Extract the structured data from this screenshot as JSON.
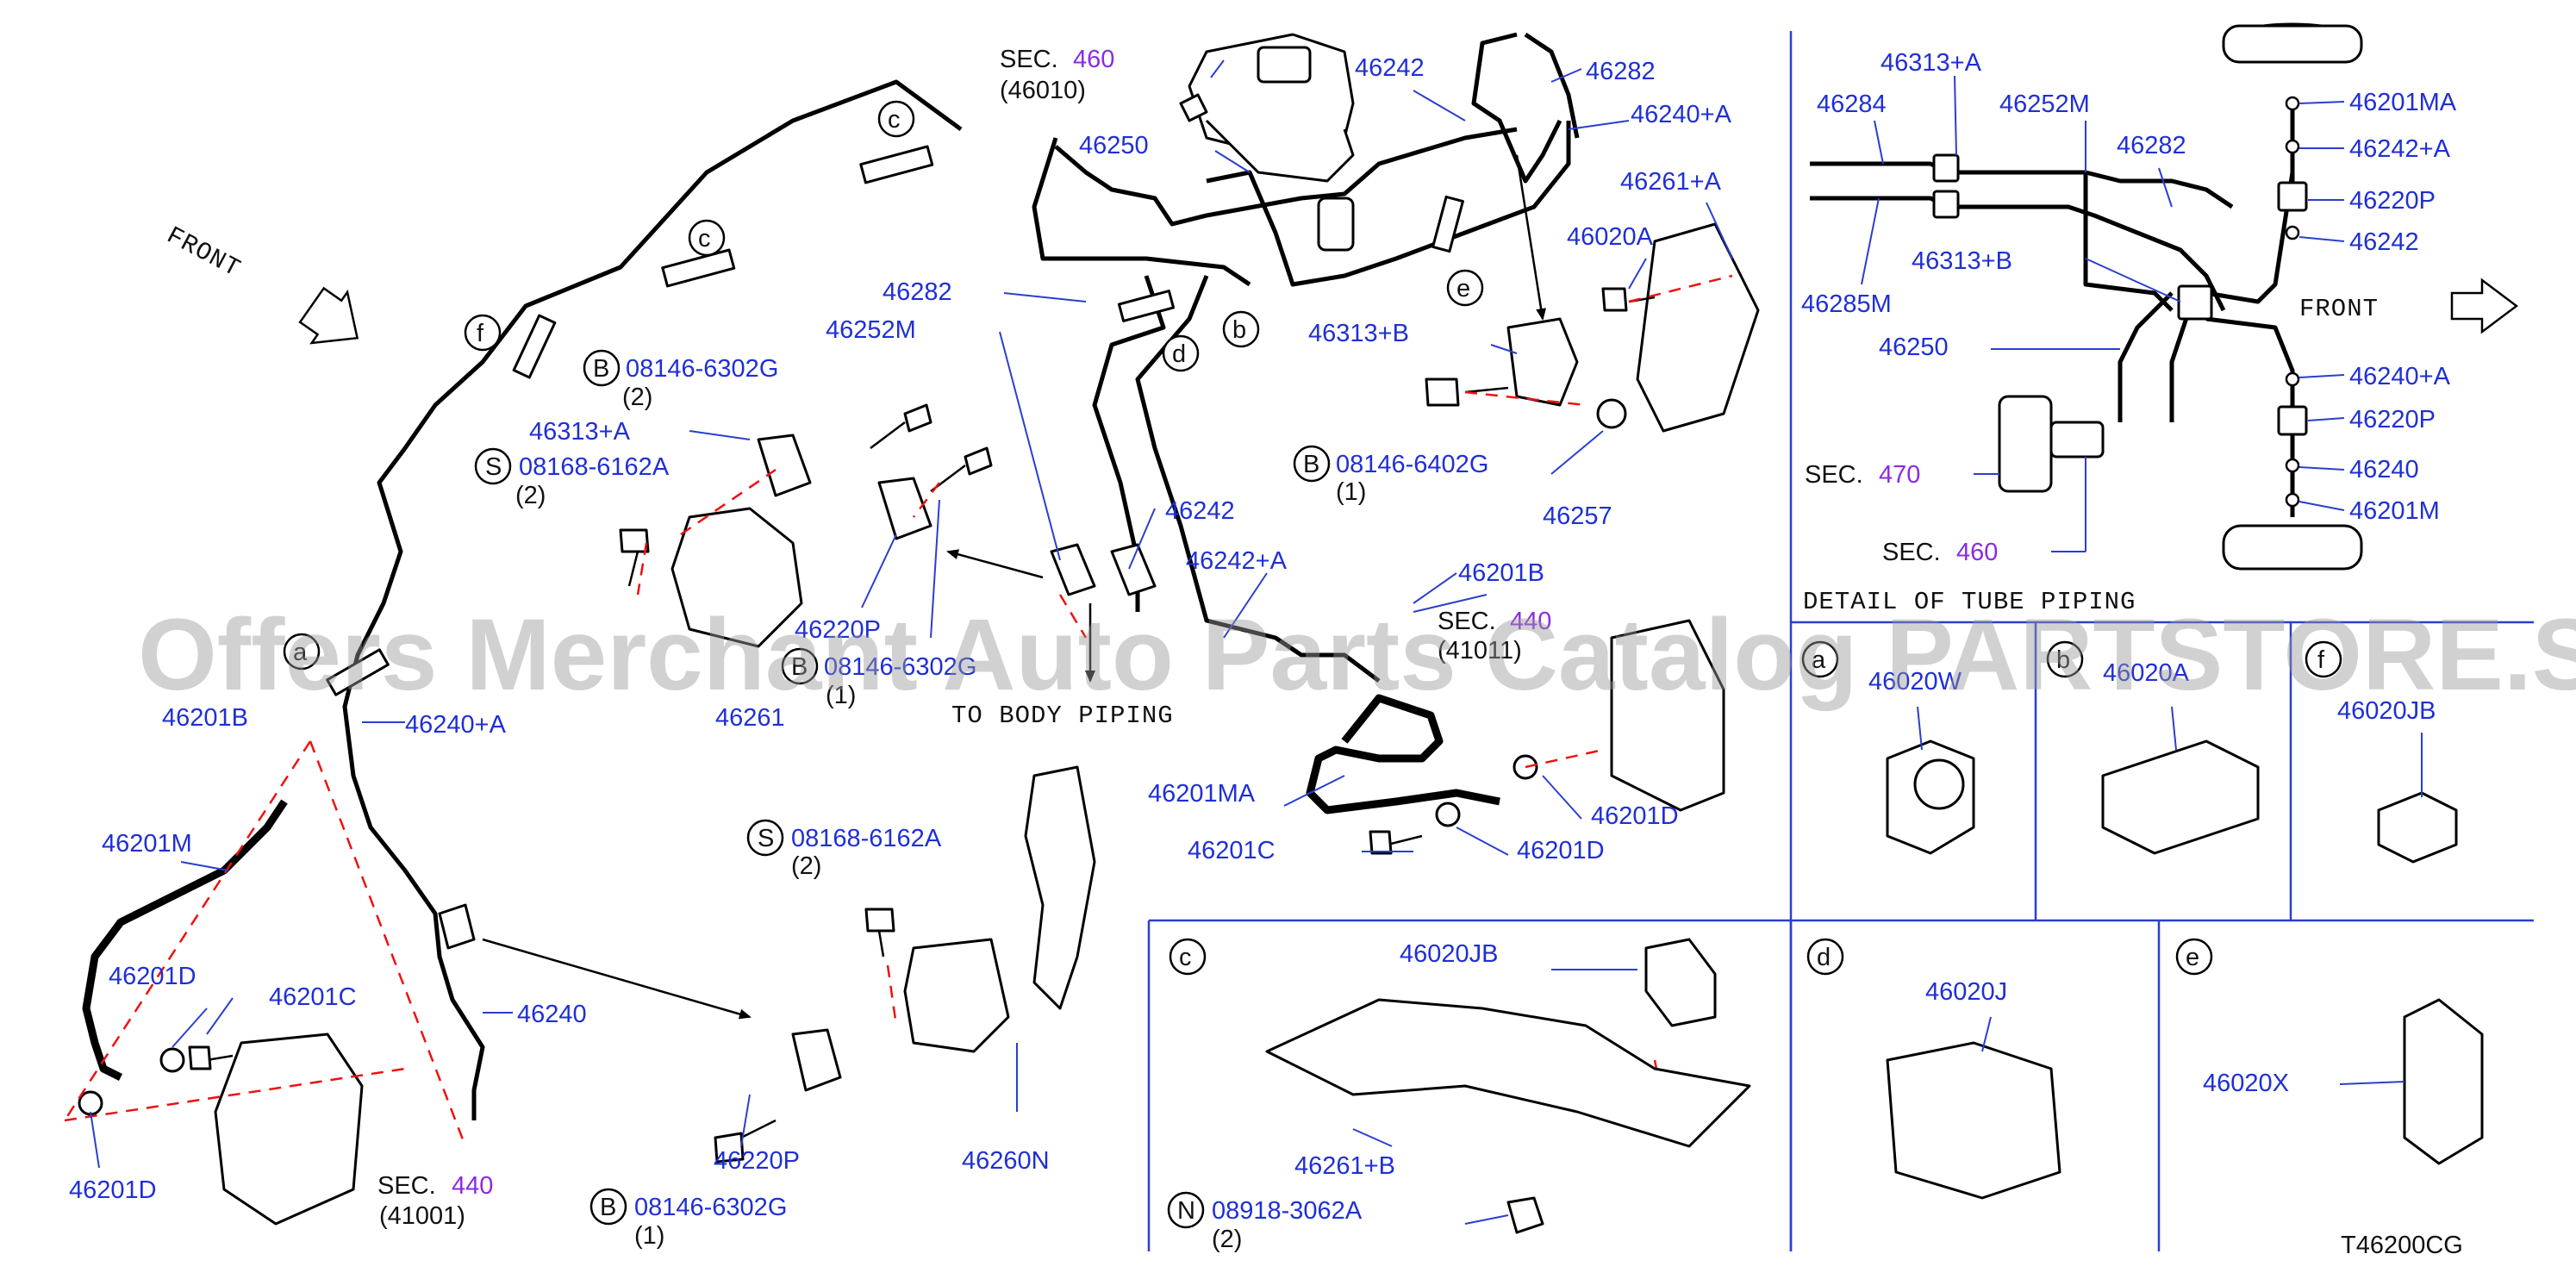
{
  "diagram_code": "T46200CG",
  "watermark": "Offers Merchant Auto Parts Catalog PARTSTORE.SA",
  "direction_labels": {
    "front_main": "FRONT",
    "front_detail": "FRONT",
    "to_body": "TO  BODY  PIPING",
    "detail_title": "DETAIL  OF  TUBE  PIPING"
  },
  "sections": {
    "sec460_top": {
      "prefix": "SEC.",
      "num": "460",
      "sub": "(46010)"
    },
    "sec440_right": {
      "prefix": "SEC.",
      "num": "440",
      "sub": "(41011)"
    },
    "sec440_left": {
      "prefix": "SEC.",
      "num": "440",
      "sub": "(41001)"
    },
    "sec470_detail": {
      "prefix": "SEC.",
      "num": "470"
    },
    "sec460_detail": {
      "prefix": "SEC.",
      "num": "460"
    }
  },
  "clip_markers": [
    "a",
    "b",
    "c",
    "d",
    "e",
    "f"
  ],
  "fastener_badges": {
    "B": "B",
    "S": "S",
    "N": "N"
  },
  "bolts": {
    "b1": {
      "part": "08146-6302G",
      "qty": "(2)"
    },
    "b2": {
      "part": "08146-6302G",
      "qty": "(1)"
    },
    "b3": {
      "part": "08146-6302G",
      "qty": "(1)"
    },
    "b4": {
      "part": "08146-6402G",
      "qty": "(1)"
    },
    "s1": {
      "part": "08168-6162A",
      "qty": "(2)"
    },
    "s2": {
      "part": "08168-6162A",
      "qty": "(2)"
    },
    "n1": {
      "part": "08918-3062A",
      "qty": "(2)"
    }
  },
  "parts": {
    "p46250": "46250",
    "p46242_top": "46242",
    "p46282_top": "46282",
    "p46240A_top": "46240+A",
    "p46261A": "46261+A",
    "p46020A": "46020A",
    "p46313B_main": "46313+B",
    "p46257": "46257",
    "p46282_mid": "46282",
    "p46252M_main": "46252M",
    "p46313A_main": "46313+A",
    "p46242_mid": "46242",
    "p46242A_mid": "46242+A",
    "p46201B_right": "46201B",
    "p46220P_left": "46220P",
    "p46261": "46261",
    "p46201B_left": "46201B",
    "p46240A_left": "46240+A",
    "p46201M_left": "46201M",
    "p46201D_l1": "46201D",
    "p46201C_left": "46201C",
    "p46201D_l2": "46201D",
    "p46240_left": "46240",
    "p46201MA_mid": "46201MA",
    "p46201D_r1": "46201D",
    "p46201C_right": "46201C",
    "p46201D_r2": "46201D",
    "p46220P_bottom": "46220P",
    "p46260N": "46260N",
    "p46020JB_c": "46020JB",
    "p46261B": "46261+B",
    "p46020J": "46020J",
    "p46020X": "46020X",
    "p46020W": "46020W",
    "p46020A_b": "46020A",
    "p46020JB_f": "46020JB",
    "d46313A": "46313+A",
    "d46284": "46284",
    "d46252M": "46252M",
    "d46282": "46282",
    "d46313B": "46313+B",
    "d46285M": "46285M",
    "d46250": "46250",
    "d46201MA": "46201MA",
    "d46242A": "46242+A",
    "d46220P_1": "46220P",
    "d46242": "46242",
    "d46240A": "46240+A",
    "d46220P_2": "46220P",
    "d46240": "46240",
    "d46201M": "46201M"
  }
}
